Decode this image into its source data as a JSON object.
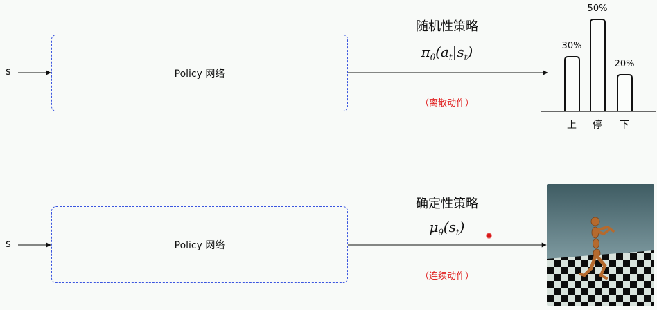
{
  "stochastic": {
    "state": "s",
    "network_label": "Policy 网络",
    "policy_title": "随机性策略",
    "formula": {
      "symbol": "π",
      "sub": "θ",
      "arg_a": "a",
      "arg_a_sub": "t",
      "arg_s": "s",
      "arg_s_sub": "t"
    },
    "action_type": "（离散动作）",
    "bars": [
      {
        "category": "上",
        "value_label": "30%",
        "value": 0.3
      },
      {
        "category": "停",
        "value_label": "50%",
        "value": 0.5
      },
      {
        "category": "下",
        "value_label": "20%",
        "value": 0.2
      }
    ]
  },
  "deterministic": {
    "state": "s",
    "network_label": "Policy 网络",
    "policy_title": "确定性策略",
    "formula": {
      "symbol": "μ",
      "sub": "θ",
      "arg_s": "s",
      "arg_s_sub": "t"
    },
    "action_type": "（连续动作）"
  },
  "colors": {
    "box_border": "#3a55e0",
    "accent_red": "#e02020",
    "sky": "#5f7a80",
    "floor_light": "#d8e2dc",
    "floor_dark": "#0c0c0c",
    "figure": "#b56a2e"
  }
}
